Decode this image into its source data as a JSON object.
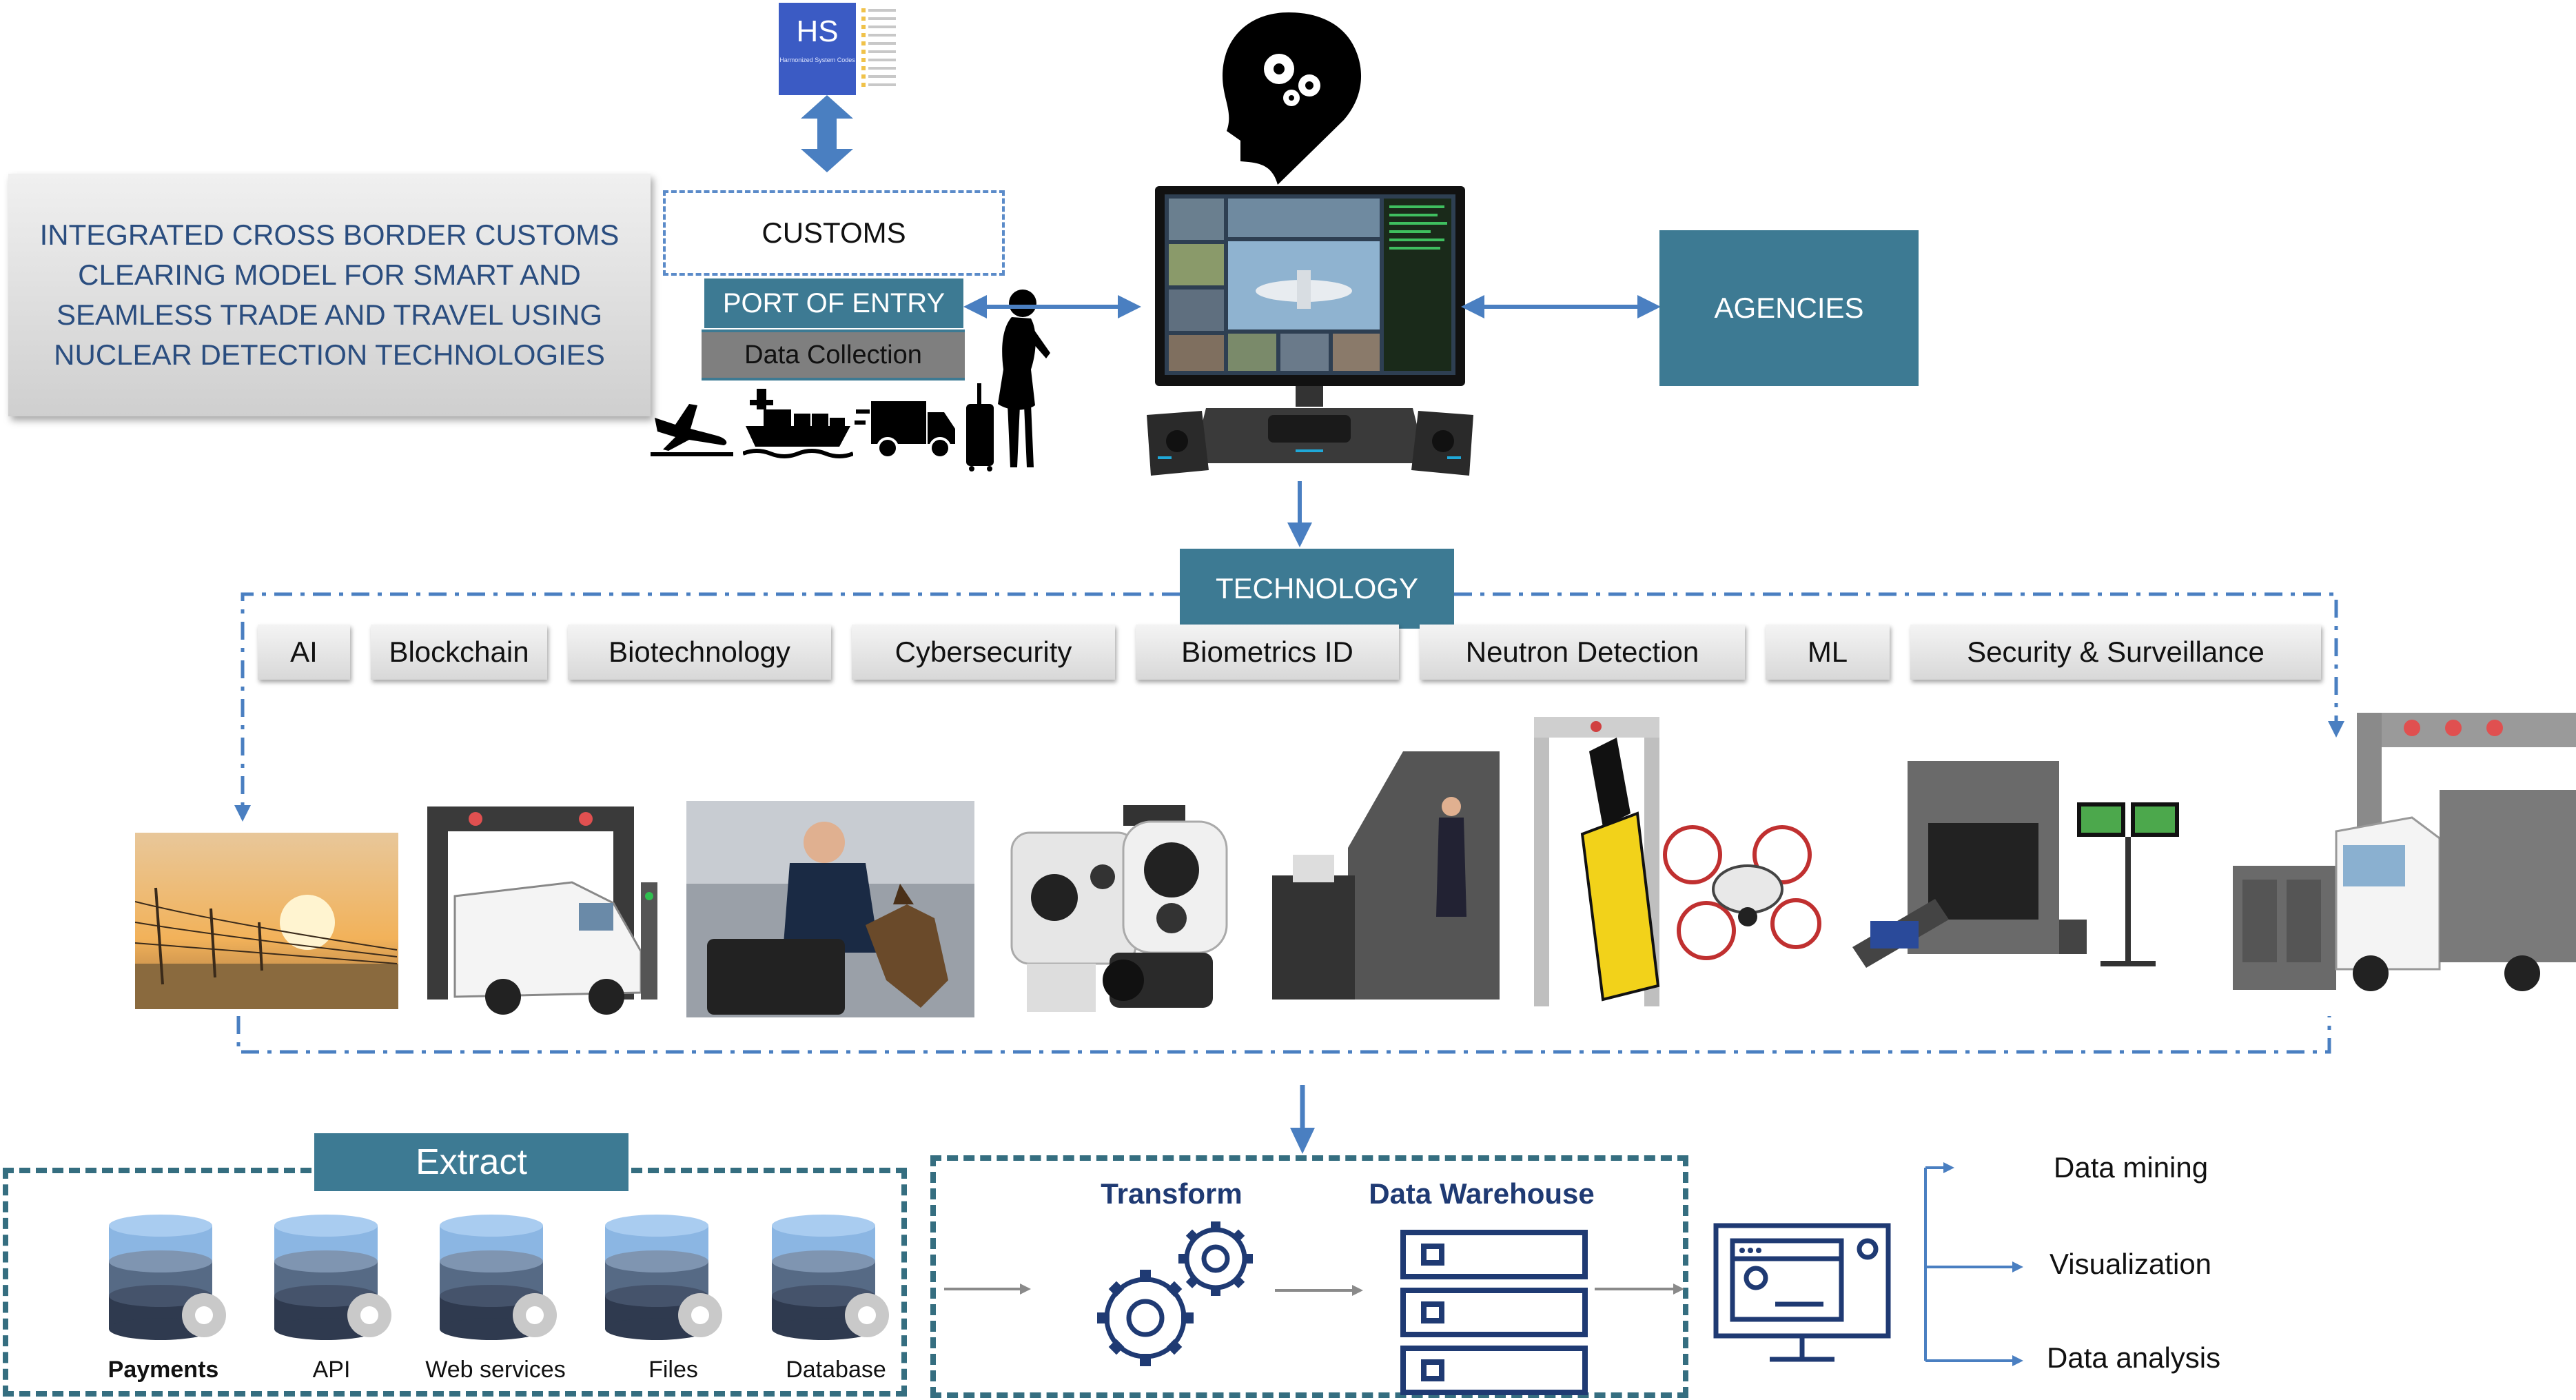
{
  "title": "INTEGRATED CROSS BORDER CUSTOMS\nCLEARING MODEL FOR SMART AND\nSEAMLESS TRADE AND TRAVEL USING\nNUCLEAR DETECTION TECHNOLOGIES",
  "hs_logo": {
    "text": "HS",
    "subtext": "Harmonized System Codes"
  },
  "customs_label": "CUSTOMS",
  "port_of_entry_label": "PORT OF ENTRY",
  "data_collection_label": "Data Collection",
  "agencies_label": "AGENCIES",
  "technology_label": "TECHNOLOGY",
  "technologies": [
    "AI",
    "Blockchain",
    "Biotechnology",
    "Cybersecurity",
    "Biometrics ID",
    "Neutron Detection",
    "ML",
    "Security & Surveillance"
  ],
  "devices": [
    "border-fence-photo",
    "vehicle-scanner-gate",
    "k9-inspection-photo",
    "thermal-cameras",
    "body-scanner-metal-detector-drone",
    "xray-baggage-scanner",
    "truck-scanner-portal"
  ],
  "extract": {
    "title": "Extract",
    "sources": [
      "Payments",
      "API",
      "Web services",
      "Files",
      "Database"
    ]
  },
  "transform_label": "Transform",
  "warehouse_label": "Data Warehouse",
  "outputs": [
    "Data mining",
    "Visualization",
    "Data analysis"
  ],
  "colors": {
    "teal": "#3d7a93",
    "dark_teal": "#356e80",
    "arrow_blue": "#4a7fc1",
    "navy": "#1f3a73",
    "title_text": "#2a4d7f"
  }
}
